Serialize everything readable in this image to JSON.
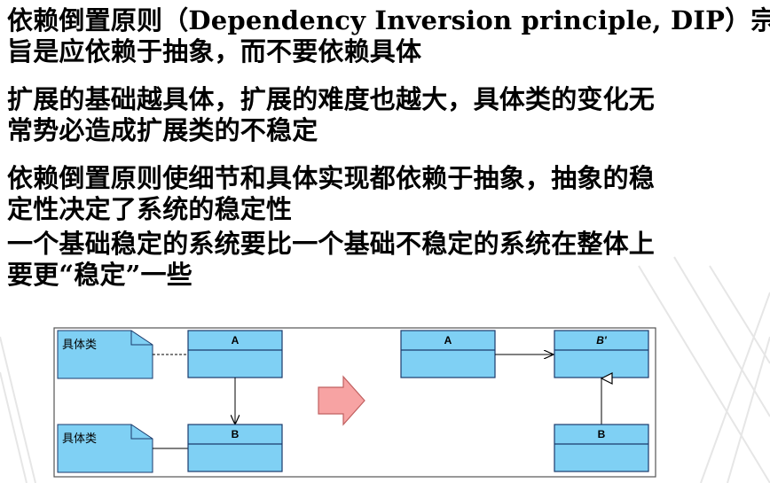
{
  "paragraphs": [
    {
      "lines": [
        "依赖倒置原则（Dependency Inversion principle, DIP）宗",
        "旨是应依赖于抽象，而不要依赖具体"
      ]
    },
    {
      "lines": [
        "扩展的基础越具体，扩展的难度也越大，具体类的变化无",
        "常势必造成扩展类的不稳定"
      ]
    },
    {
      "lines": [
        "依赖倒置原则使细节和具体实现都依赖于抽象，抽象的稳",
        "定性决定了系统的稳定性"
      ]
    },
    {
      "lines": [
        "一个基础稳定的系统要比一个基础不稳定的系统在整体上",
        "要更“稳定”一些"
      ]
    }
  ],
  "diagram": {
    "left": {
      "note_top": "具体类",
      "note_bottom": "具体类",
      "class_top": "A",
      "class_bottom": "B"
    },
    "right": {
      "class_a": "A",
      "class_b_prime": "B'",
      "class_b": "B"
    }
  },
  "colors": {
    "class_fill": "#7fd0f4",
    "class_stroke": "#1b3a6b",
    "note_fill": "#7fd0f4",
    "arrow_fill": "#f7a3a3",
    "arrow_stroke": "#c06060",
    "frame_stroke": "#555555",
    "text": "#000000"
  }
}
